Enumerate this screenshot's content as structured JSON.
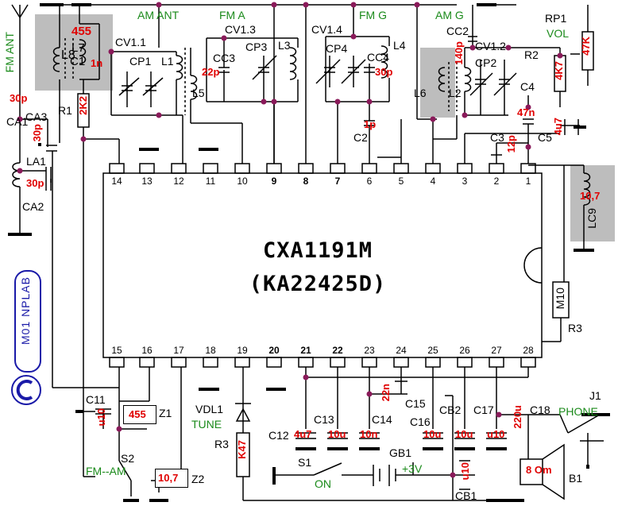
{
  "chip": {
    "title": "CXA1191M",
    "subtitle": "(KA22425D)"
  },
  "pins": {
    "top": [
      "14",
      "13",
      "12",
      "11",
      "10",
      "9",
      "8",
      "7",
      "6",
      "5",
      "4",
      "3",
      "2",
      "1"
    ],
    "bottom": [
      "15",
      "16",
      "17",
      "18",
      "19",
      "20",
      "21",
      "22",
      "23",
      "24",
      "25",
      "26",
      "27",
      "28"
    ]
  },
  "labels": {
    "fm_ant": "FM ANT",
    "am_ant": "AM ANT",
    "fm_a": "FM A",
    "fm_g": "FM G",
    "am_g": "AM G",
    "rp1": "RP1",
    "vol": "VOL",
    "l8": "L8",
    "l7": "L7",
    "c1": "C1",
    "cv11": "CV1.1",
    "cp1": "CP1",
    "l1": "L1",
    "cv13": "CV1.3",
    "cc3": "CC3",
    "cp3": "CP3",
    "l3": "L3",
    "cv14": "CV1.4",
    "cp4": "CP4",
    "cc4": "CC4",
    "l4": "L4",
    "cc2": "CC2",
    "cv12": "CV1.2",
    "cp2": "CP2",
    "l2": "L2",
    "l6": "L6",
    "l5": "L5",
    "r2": "R2",
    "c4": "C4",
    "c5": "C5",
    "c3": "C3",
    "c2": "C2",
    "ca1": "CA1",
    "ca3": "CA3",
    "la1": "LA1",
    "ca2": "CA2",
    "r1": "R1",
    "lc9": "LC9",
    "r3a": "R3",
    "c11": "C11",
    "z1": "Z1",
    "s2": "S2",
    "fm_am": "FM--AM",
    "z2": "Z2",
    "vdl1": "VDL1",
    "tune": "TUNE",
    "r3b": "R3",
    "c12": "C12",
    "c13": "C13",
    "c14": "C14",
    "c15": "C15",
    "c16": "C16",
    "cb2": "CB2",
    "c17": "C17",
    "c18": "C18",
    "phone": "PHONE",
    "j1": "J1",
    "s1": "S1",
    "on": "ON",
    "gb1": "GB1",
    "cb1": "CB1",
    "b1": "B1",
    "plus3v": "+3V",
    "logo": "M01 NPLAB"
  },
  "values": {
    "c455": "455",
    "c1n": "1n",
    "r47k": "47K",
    "c140p": "140p",
    "c22p": "22p",
    "c30p_cc4": "30p",
    "r4k7": "4K7",
    "c47n": "47n",
    "c4u7": "4u7",
    "c12p": "12p",
    "c1p": "1p",
    "c30p_ca1": "30p",
    "c30p_ca3": "30p",
    "c30p_ca2": "30p",
    "r2k2": "2K2",
    "lc107": "10,7",
    "m10": "M10",
    "cu10_c11": "u10",
    "z455": "455",
    "z107": "10,7",
    "rk47": "K47",
    "c4u7_c12": "4u7",
    "c10u_c13": "10u",
    "c10n": "10n",
    "c22n": "22n",
    "c10u_c16": "10u",
    "c10u_cb2": "10u",
    "cu10_c17": "u10",
    "c220u": "220u",
    "cu10_cb1": "u10",
    "spk": "8 Om"
  },
  "colors": {
    "wire": "#000000",
    "node": "#8a1a5a",
    "label_green": "#1a8a1a",
    "value_red": "#e00000",
    "shade": "#bdbdbd",
    "logo_blue": "#1a1aa8"
  }
}
